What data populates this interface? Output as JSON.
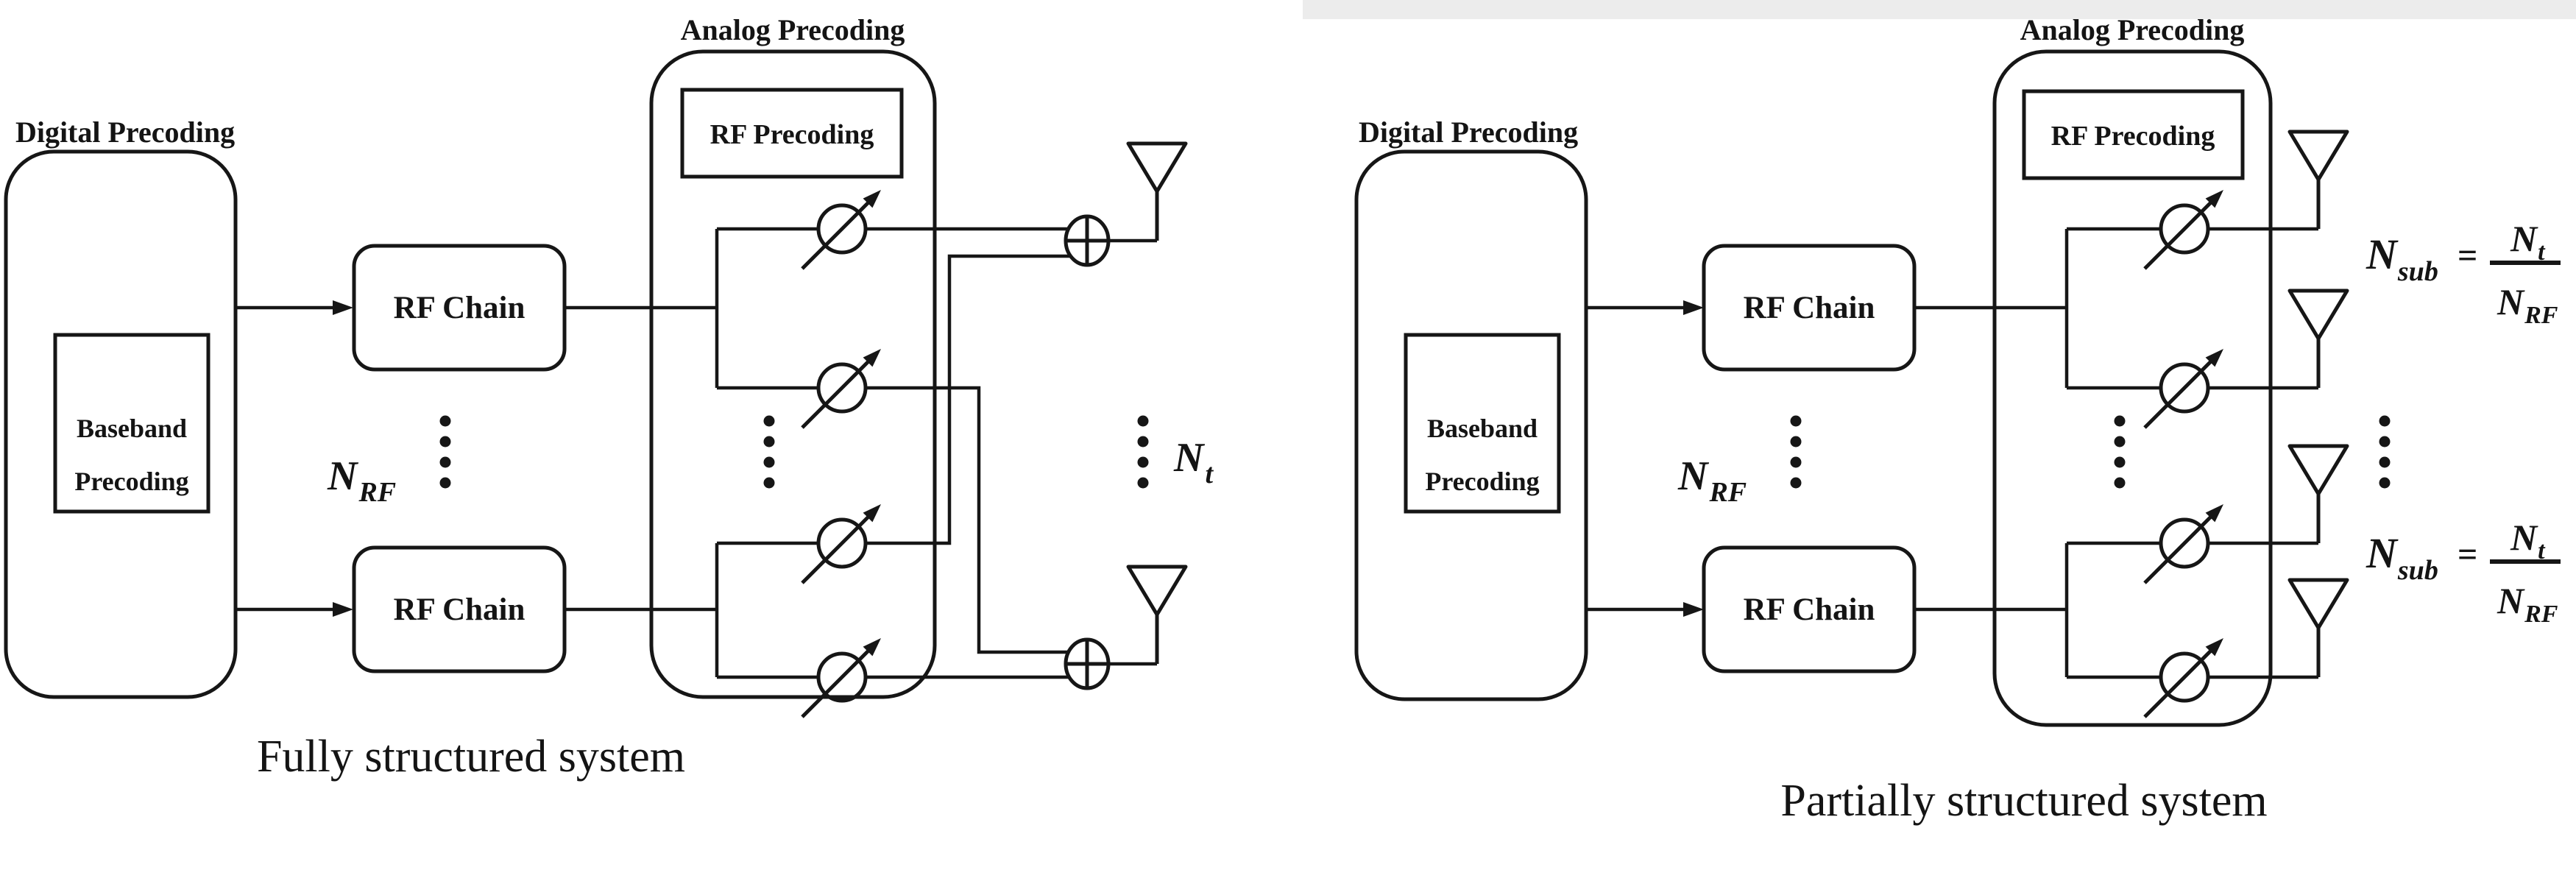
{
  "figure": {
    "background": "#ffffff",
    "ink_color": "#161616",
    "scan_band_color": "#ececec"
  },
  "diagrams": {
    "left": {
      "digital_precoding_label": "Digital Precoding",
      "analog_precoding_label": "Analog Precoding",
      "baseband_line1": "Baseband",
      "baseband_line2": "Precoding",
      "rf_precoding_label": "RF Precoding",
      "rf_chain_top_label": "RF Chain",
      "rf_chain_bottom_label": "RF Chain",
      "num_rf_chains": {
        "base": "N",
        "sub": "RF"
      },
      "num_antennas": {
        "base": "N",
        "sub": "t"
      },
      "caption": "Fully structured system"
    },
    "right": {
      "digital_precoding_label": "Digital Precoding",
      "analog_precoding_label": "Analog Precoding",
      "baseband_line1": "Baseband",
      "baseband_line2": "Precoding",
      "rf_precoding_label": "RF Precoding",
      "rf_chain_top_label": "RF Chain",
      "rf_chain_bottom_label": "RF Chain",
      "num_rf_chains": {
        "base": "N",
        "sub": "RF"
      },
      "subarray_formula_top": {
        "lhs_base": "N",
        "lhs_sub": "sub",
        "equals": "=",
        "num_base": "N",
        "num_sub": "t",
        "den_base": "N",
        "den_sub": "RF"
      },
      "subarray_formula_bottom": {
        "lhs_base": "N",
        "lhs_sub": "sub",
        "equals": "=",
        "num_base": "N",
        "num_sub": "t",
        "den_base": "N",
        "den_sub": "RF"
      },
      "caption": "Partially structured system"
    }
  }
}
